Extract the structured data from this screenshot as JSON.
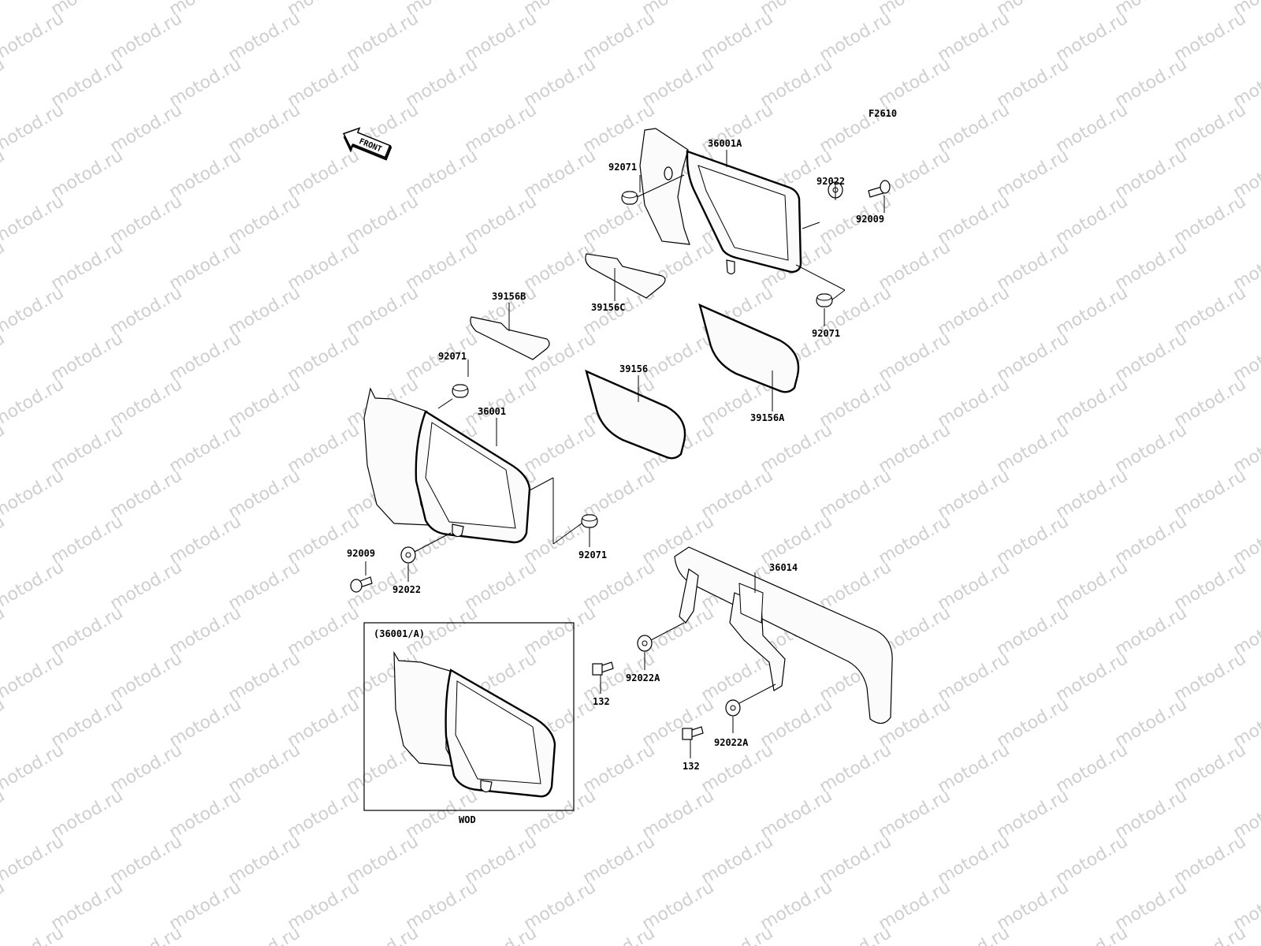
{
  "diagram_code": "F2610",
  "front_label": "FRONT",
  "inset": {
    "title": "(36001/A)",
    "caption": "WOD"
  },
  "watermark": "motod.ru",
  "labels": {
    "p36001A": "36001A",
    "p92071_top": "92071",
    "p92022_top": "92022",
    "p92009_top": "92009",
    "p92071_right": "92071",
    "p39156B": "39156B",
    "p39156C": "39156C",
    "p92071_mid": "92071",
    "p36001": "36001",
    "p39156": "39156",
    "p39156A": "39156A",
    "p92009_left": "92009",
    "p92022_left": "92022",
    "p92071_low": "92071",
    "p36014": "36014",
    "p132_a": "132",
    "p92022A_a": "92022A",
    "p132_b": "132",
    "p92022A_b": "92022A"
  },
  "colors": {
    "line": "#000000",
    "watermark": "#cfcfcf",
    "background": "#ffffff"
  }
}
